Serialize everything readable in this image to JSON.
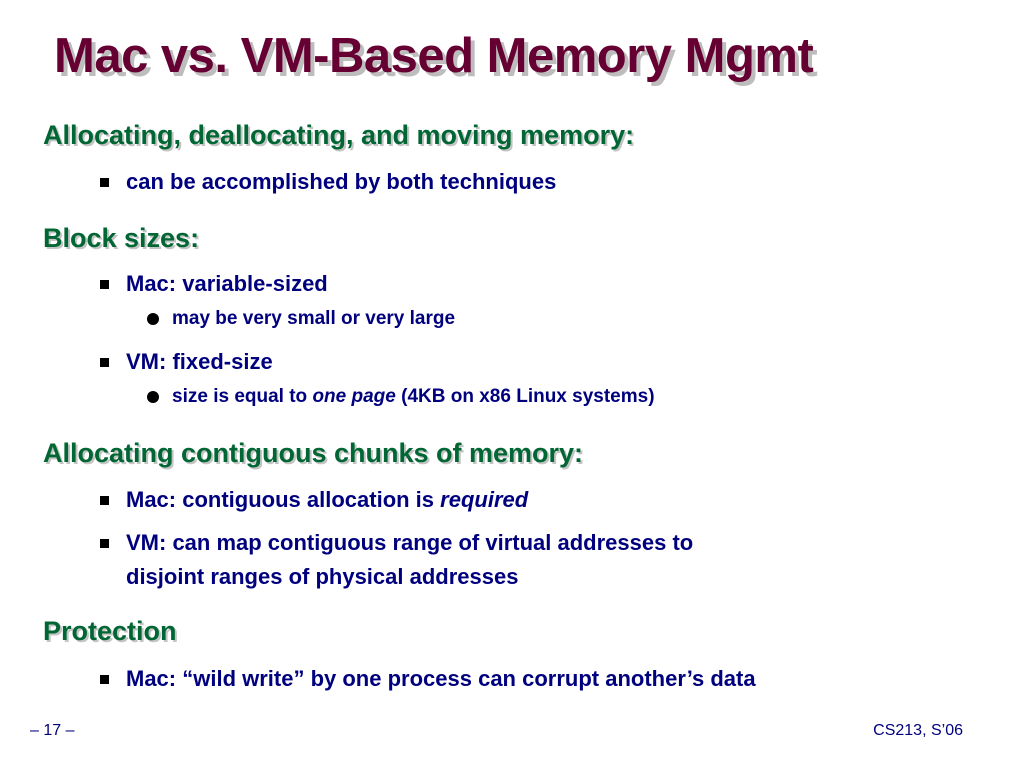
{
  "slide": {
    "title": "Mac vs. VM-Based Memory Mgmt",
    "sections": [
      {
        "heading": "Allocating, deallocating, and moving memory:",
        "bullets": [
          {
            "text": "can be accomplished by both techniques"
          }
        ]
      },
      {
        "heading": "Block sizes:",
        "bullets": [
          {
            "text": "Mac: variable-sized",
            "sub": [
              {
                "text": "may be very small or very large"
              }
            ]
          },
          {
            "text": "VM: fixed-size",
            "sub": [
              {
                "pre": "size is equal to ",
                "em": "one page",
                "post": " (4KB on x86 Linux systems)"
              }
            ]
          }
        ]
      },
      {
        "heading": "Allocating contiguous chunks of memory:",
        "bullets": [
          {
            "pre": "Mac: contiguous allocation is ",
            "em": "required"
          },
          {
            "line1": "VM: can map contiguous range of virtual addresses to",
            "line2": "disjoint ranges of physical addresses"
          }
        ]
      },
      {
        "heading": "Protection",
        "bullets": [
          {
            "text": "Mac: “wild write” by one process can corrupt another’s data"
          }
        ]
      }
    ]
  },
  "footer": {
    "page_number": "– 17 –",
    "course": "CS213, S’06"
  },
  "colors": {
    "title": "#660033",
    "heading": "#006633",
    "body": "#00007f",
    "bullet_marker": "#000000"
  },
  "icons": {
    "level1_marker": "square-bullet-icon",
    "level2_marker": "round-bullet-icon"
  }
}
